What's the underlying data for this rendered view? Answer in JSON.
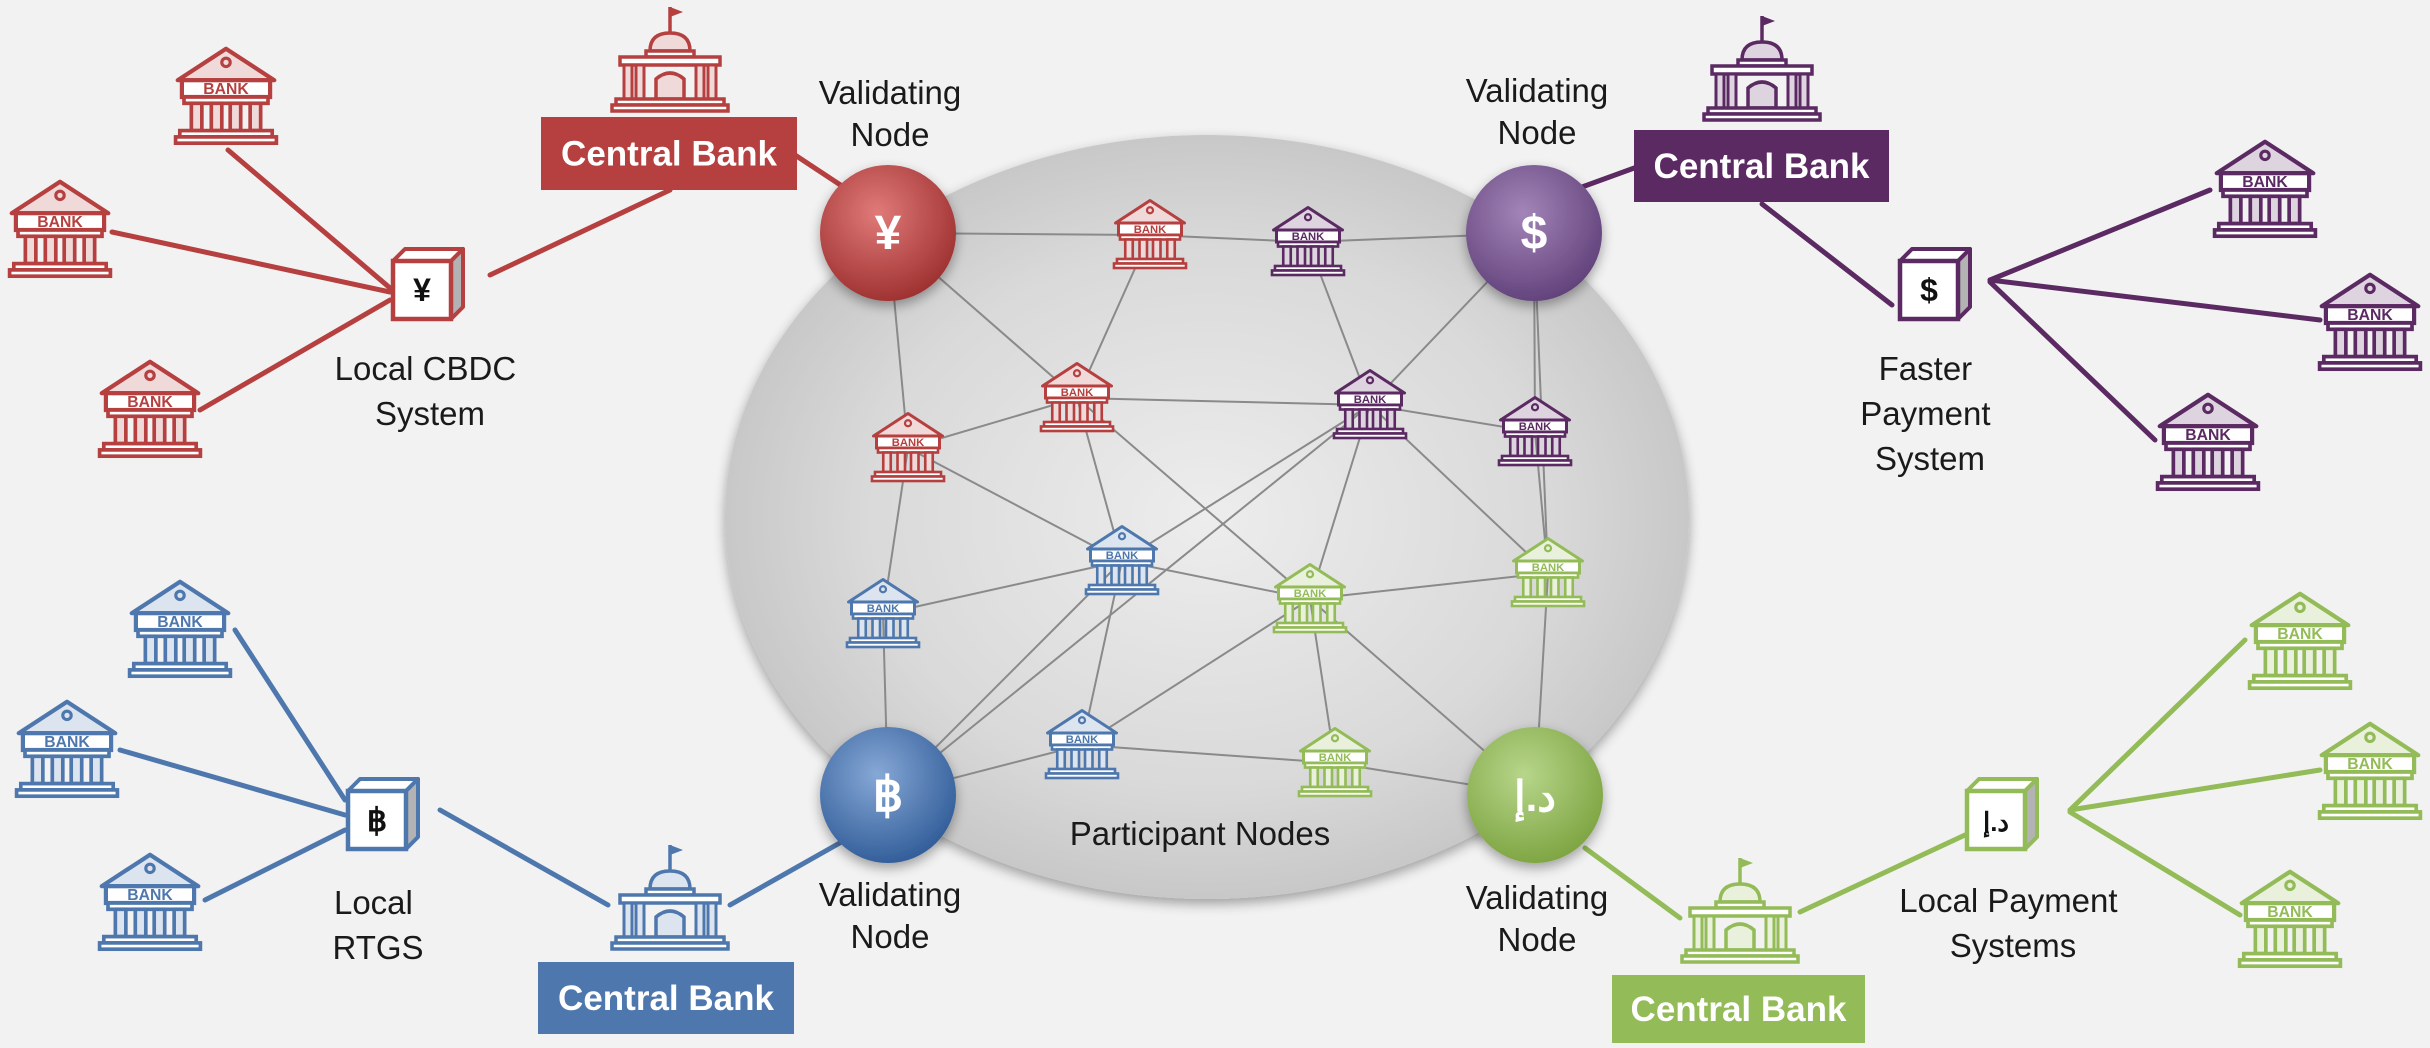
{
  "colors": {
    "red": "#b5403f",
    "purple": "#5b2a62",
    "blue": "#4e78ad",
    "green": "#93bb57"
  },
  "labels": {
    "validating_node": "Validating Node",
    "central_bank": "Central Bank",
    "participant_nodes": "Participant Nodes",
    "bank": "BANK"
  },
  "systems": {
    "red": {
      "currency": "¥",
      "system": "Local CBDC System"
    },
    "purple": {
      "currency": "$",
      "system": "Faster Payment System"
    },
    "blue": {
      "currency": "฿",
      "system": "Local RTGS"
    },
    "green": {
      "currency": "د.إ",
      "system": "Local Payment Systems"
    }
  },
  "icons": [
    "bank-icon",
    "central-bank-building-icon",
    "cube-icon",
    "currency-coin-icon"
  ]
}
